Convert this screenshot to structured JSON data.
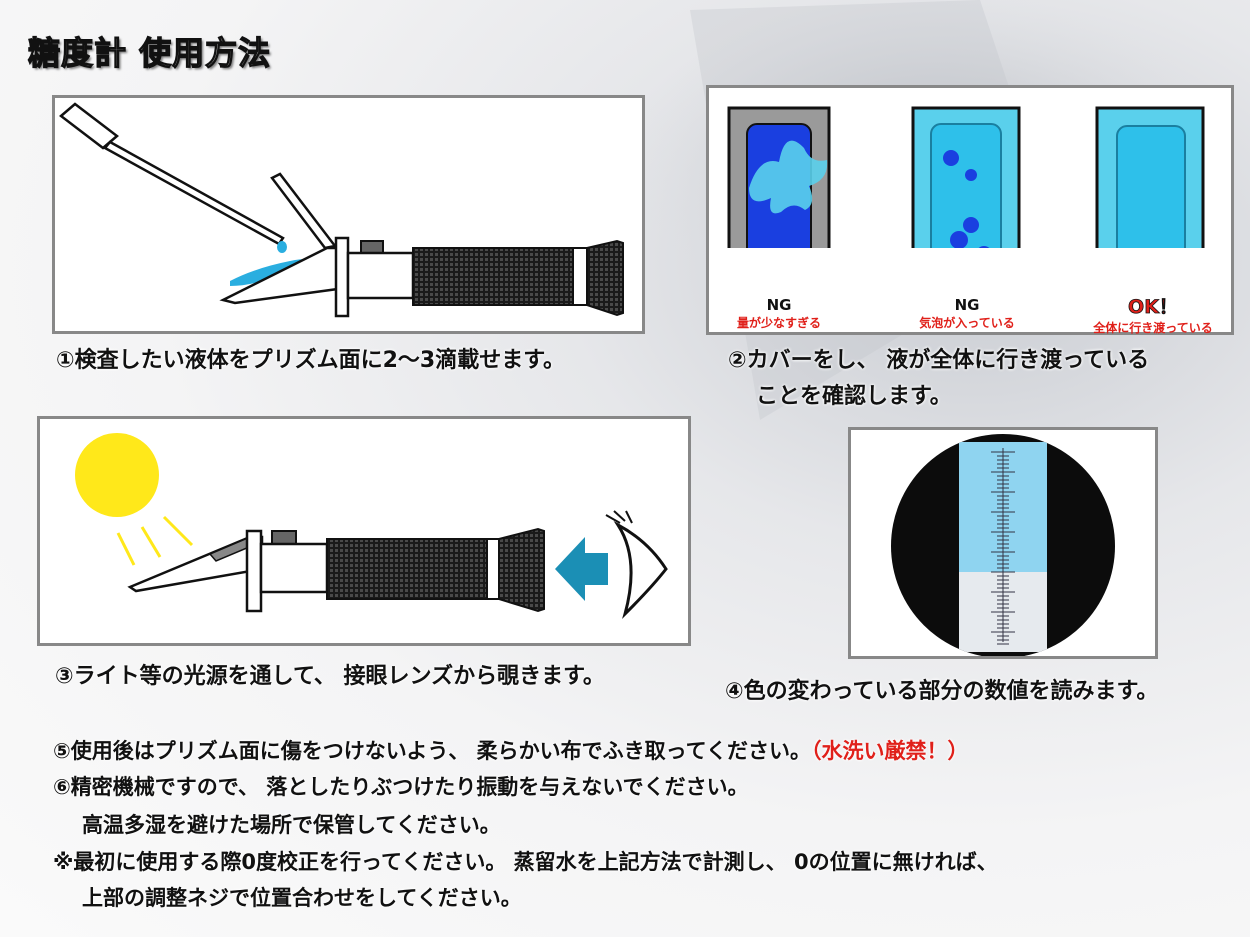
{
  "title": "糖度計 使用方法",
  "steps": {
    "step1": "①検査したい液体をプリズム面に2～3滴載せます。",
    "step2_line1": "②カバーをし、 液が全体に行き渡っている",
    "step2_line2": "ことを確認します。",
    "step3": "③ライト等の光源を通して、 接眼レンズから覗きます。",
    "step4": "④色の変わっている部分の数値を読みます。"
  },
  "check_panel": {
    "items": [
      {
        "status": "NG",
        "reason": "量が少なすぎる"
      },
      {
        "status": "NG",
        "reason": "気泡が入っている"
      },
      {
        "status": "OK！",
        "reason": "全体に行き渡っている"
      }
    ]
  },
  "notes": {
    "note5": "⑤使用後はプリズム面に傷をつけないよう、 柔らかい布でふき取ってください。",
    "note5_warning": "（水洗い厳禁！）",
    "note6_line1": "⑥精密機械ですので、 落としたりぶつけたり振動を与えないでください。",
    "note6_line2": "高温多湿を避けた場所で保管してください。",
    "note7_line1": "※最初に使用する際0度校正を行ってください。 蒸留水を上記方法で計測し、 0の位置に無ければ、",
    "note7_line2": "上部の調整ネジで位置合わせをしてください。"
  },
  "colors": {
    "accent_red": "#e0201a",
    "liquid_light": "#5ad0ec",
    "liquid_dark": "#1a3fe0",
    "arrow": "#1b8fb5",
    "sun": "#ffe81a"
  },
  "icons": [
    "refractometer-icon",
    "dropper-icon",
    "sun-icon",
    "eye-icon",
    "arrow-icon",
    "scale-view-icon"
  ]
}
